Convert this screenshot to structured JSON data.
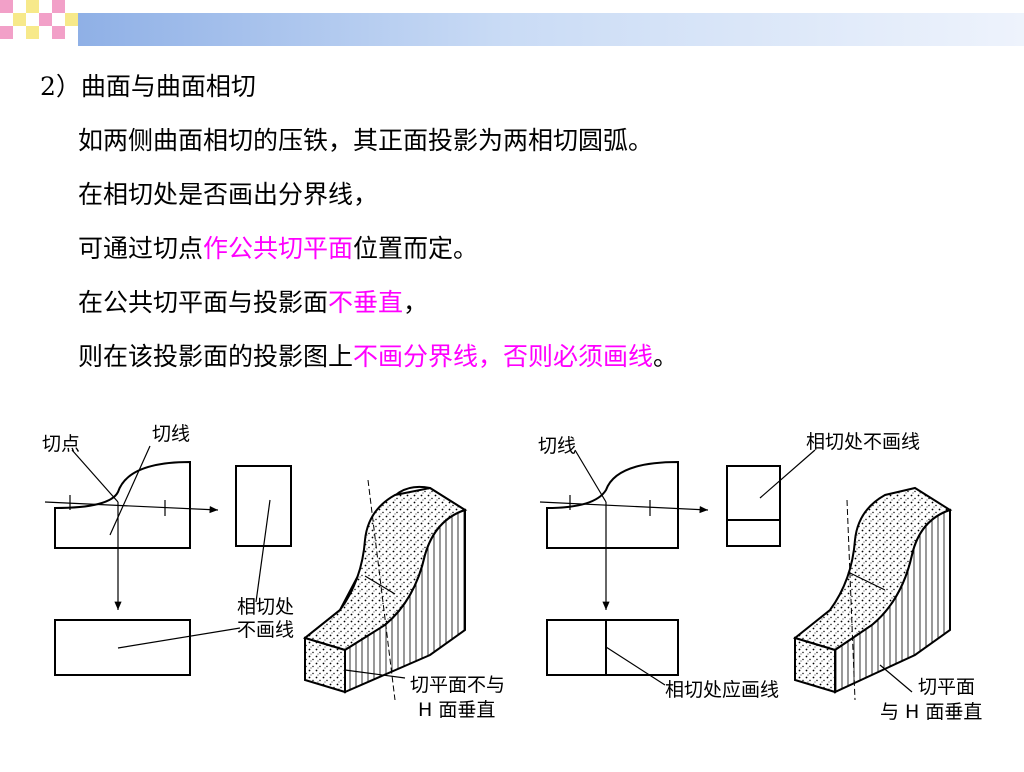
{
  "slide": {
    "heading": "2）曲面与曲面相切",
    "line1": "如两侧曲面相切的压铁，其正面投影为两相切圆弧。",
    "line2": "在相切处是否画出分界线，",
    "line3_a": "可通过切点",
    "line3_b": "作公共切平面",
    "line3_c": "位置而定。",
    "line4_a": "在公共切平面与投影面",
    "line4_b": "不垂直",
    "line4_c": "，",
    "line5_a": "则在该投影面的投影图上",
    "line5_b": "不画分界线，否则必须画线",
    "line5_c": "。"
  },
  "colors": {
    "highlight": "#ff00ff",
    "band": "#8fb0e6",
    "square_pink": "#f2a0c8",
    "square_yellow": "#f7e98a"
  },
  "figure_left": {
    "label_tangent_point": "切点",
    "label_tangent_line": "切线",
    "label_no_line_1": "相切处",
    "label_no_line_2": "不画线",
    "label_plane_1": "切平面不与",
    "label_plane_2": "H 面垂直"
  },
  "figure_right": {
    "label_tangent_line": "切线",
    "label_no_line": "相切处不画线",
    "label_draw_line": "相切处应画线",
    "label_plane_1": "切平面",
    "label_plane_2": "与 H 面垂直"
  }
}
